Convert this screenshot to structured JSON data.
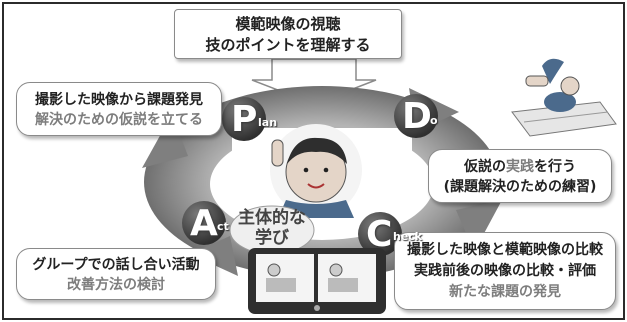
{
  "top_box": {
    "line1": "模範映像の視聴",
    "line2": "技のポイントを理解する"
  },
  "plan": {
    "letter": "P",
    "suffix": "lan",
    "line1": "撮影した映像から課題発見",
    "line2": "解決のための仮説を立てる"
  },
  "do": {
    "letter": "D",
    "suffix": "o",
    "line1_a": "仮説の",
    "line1_b": "実践",
    "line1_c": "を行う",
    "line2": "(課題解決のための練習)"
  },
  "check": {
    "letter": "C",
    "suffix": "heck",
    "line1": "撮影した映像と模範映像の比較",
    "line2": "実践前後の映像の比較・評価",
    "line3": "新たな課題の発見"
  },
  "act": {
    "letter": "A",
    "suffix": "ct",
    "line1": "グループでの話し合い活動",
    "line2": "改善方法の検討"
  },
  "center": {
    "line1": "主体的な",
    "line2": "学び"
  },
  "colors": {
    "ring": "#8e8e8e",
    "ring_dark": "#5e5e5e",
    "circle": "#444444"
  }
}
